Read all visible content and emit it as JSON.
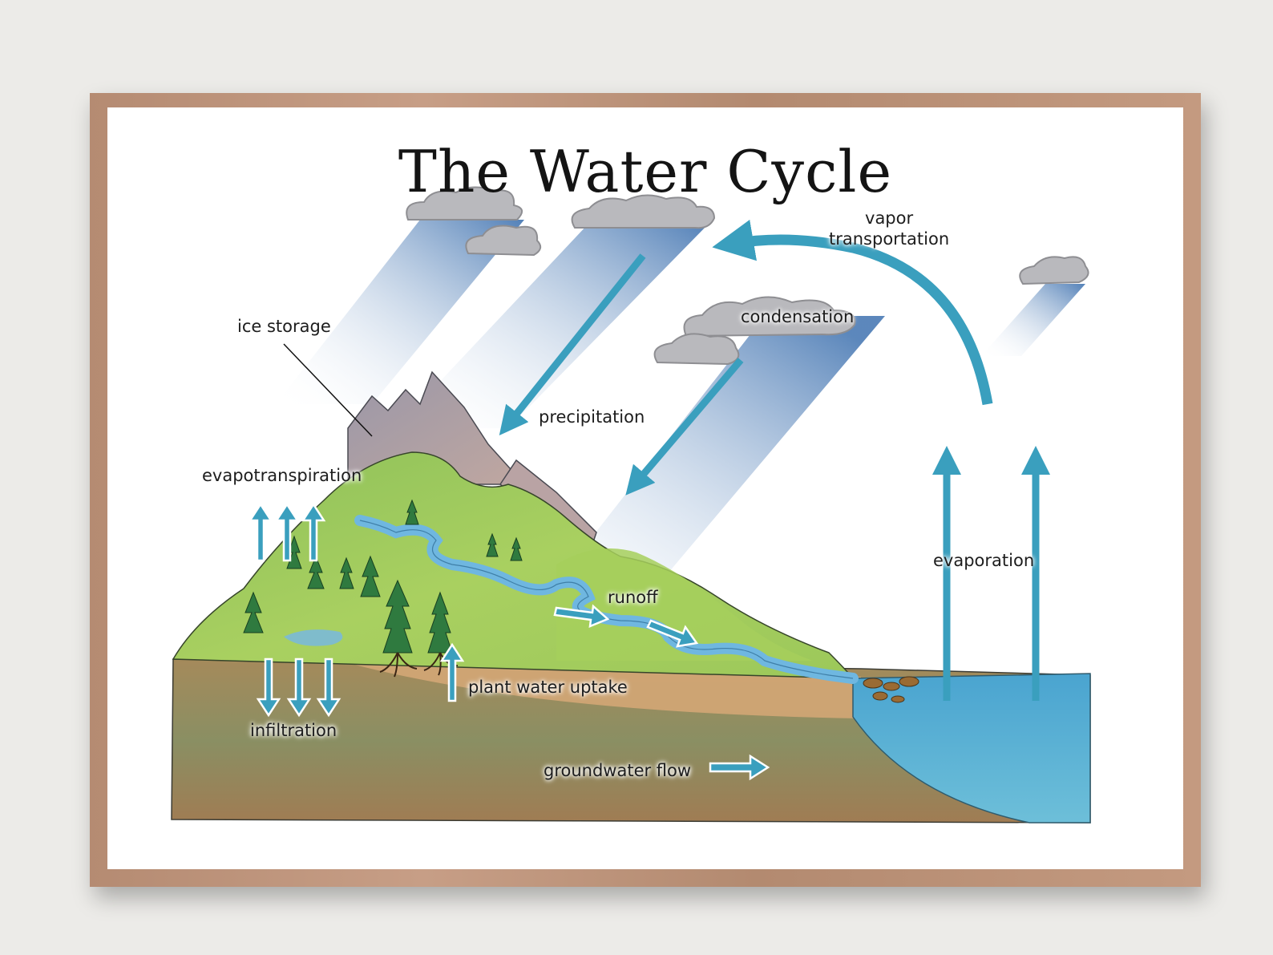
{
  "title": "The Water Cycle",
  "labels": {
    "vapor_transportation": [
      "vapor",
      "transportation"
    ],
    "condensation": "condensation",
    "ice_storage": "ice storage",
    "precipitation": "precipitation",
    "evapotranspiration": "evapotranspiration",
    "evaporation": "evaporation",
    "runoff": "runoff",
    "plant_water_uptake": "plant water uptake",
    "infiltration": "infiltration",
    "groundwater_flow": "groundwater flow"
  },
  "colors": {
    "arrow": "#3a9fbe",
    "rain": "#4f7fb8",
    "cloud": "#b9b9bd",
    "water": "#5bb0d6",
    "grass": "#9ccc4e",
    "soil": "#b8905e",
    "frame": "#c09479"
  }
}
